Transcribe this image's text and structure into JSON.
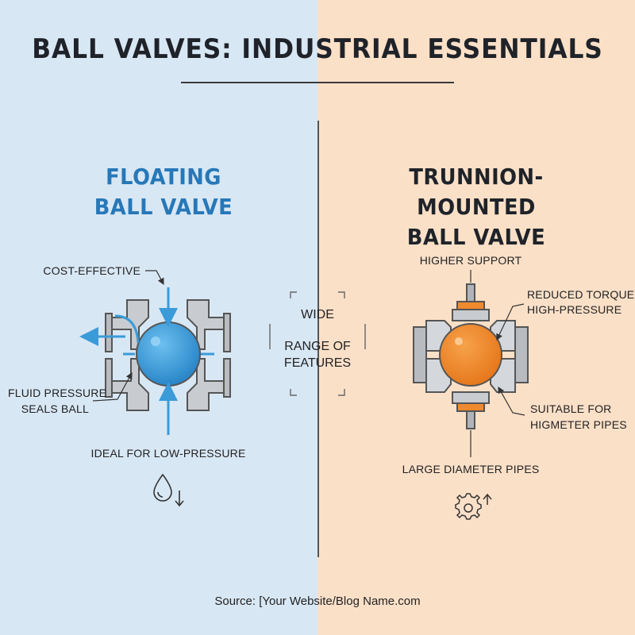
{
  "title": "BALL VALVES: INDUSTRIAL ESSENTIALS",
  "left": {
    "heading_line1": "FLOATING",
    "heading_line2": "BALL VALVE",
    "labels": {
      "cost": "COST-EFFECTIVE",
      "fluid1": "FLUID PRESSURE",
      "fluid2": "SEALS BALL",
      "ideal": "IDEAL FOR LOW-PRESSURE"
    },
    "icon": "water-drop-down-arrow-icon",
    "accent": "#3a9bd8"
  },
  "center": {
    "line1": "WIDE",
    "line2": "RANGE OF",
    "line3": "FEATURES"
  },
  "right": {
    "heading_line1": "TRUNNION-MOUNTED",
    "heading_line2": "BALL VALVE",
    "labels": {
      "support": "HIGHER SUPPORT",
      "torque1": "REDUCED TORQUE",
      "torque2": "HIGH-PRESSURE",
      "suitable1": "SUITABLE FOR",
      "suitable2": "HIGMETER PIPES",
      "large": "LARGE DIAMETER PIPES"
    },
    "icon": "gear-up-arrow-icon",
    "accent": "#f08a2c"
  },
  "source": "Source: [Your Website/Blog Name.com"
}
